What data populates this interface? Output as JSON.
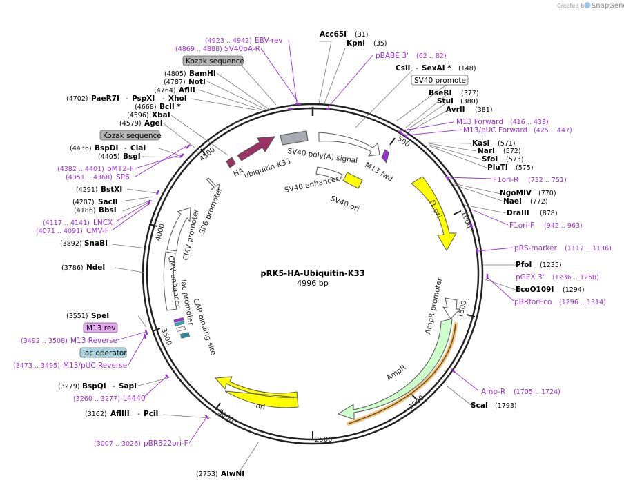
{
  "plasmid": {
    "name": "pRK5-HA-Ubiquitin-K33",
    "size": "4996 bp"
  },
  "credit": {
    "prefix": "Created by",
    "brand": "SnapGene"
  },
  "ticks": [
    "500",
    "1000",
    "1500",
    "2000",
    "2500",
    "3000",
    "3500",
    "4000",
    "4500"
  ],
  "features": {
    "sv40_polya": "SV40 poly(A) signal",
    "m13_fwd": "M13 fwd",
    "sv40_enhancer": "SV40 enhancer",
    "sv40_ori": "SV40 ori",
    "f1_ori": "f1 ori",
    "ampr_promoter": "AmpR promoter",
    "ampr": "AmpR",
    "ori": "ori",
    "cap_binding_site": "CAP binding site",
    "lac_promoter": "lac promoter",
    "cmv_enhancer": "CMV enhancer",
    "cmv_promoter": "CMV promoter",
    "sp6_promoter": "SP6 promoter",
    "ha": "HA",
    "ubiquitin": "ubiquitin-K33"
  },
  "sites": {
    "acc65i": {
      "name": "Acc65I",
      "pos": "(31)"
    },
    "kpni": {
      "name": "KpnI",
      "pos": "(35)"
    },
    "pbabe3": {
      "name": "pBABE 3'",
      "pos": "(62 .. 82)"
    },
    "csii": {
      "name": "CsiI",
      "name2": "SexAI *",
      "pos": "(148)"
    },
    "sv40_promoter_box": "SV40 promoter",
    "bseri": {
      "name": "BseRI",
      "pos": "(377)"
    },
    "stui": {
      "name": "StuI",
      "pos": "(380)"
    },
    "avrii": {
      "name": "AvrII",
      "pos": "(381)"
    },
    "m13fwd": {
      "name": "M13 Forward",
      "pos": "(416 .. 433)"
    },
    "m13puc_fwd": {
      "name": "M13/pUC Forward",
      "pos": "(425 .. 447)"
    },
    "kasi": {
      "name": "KasI",
      "pos": "(571)"
    },
    "nari": {
      "name": "NarI",
      "pos": "(572)"
    },
    "sfoi": {
      "name": "SfoI",
      "pos": "(573)"
    },
    "pluti": {
      "name": "PluTI",
      "pos": "(575)"
    },
    "f1orir": {
      "name": "F1ori-R",
      "pos": "(732 .. 751)"
    },
    "ngomiv": {
      "name": "NgoMIV",
      "pos": "(770)"
    },
    "naei": {
      "name": "NaeI",
      "pos": "(772)"
    },
    "draiii": {
      "name": "DraIII",
      "pos": "(878)"
    },
    "f1orif": {
      "name": "F1ori-F",
      "pos": "(942 .. 963)"
    },
    "prsmarker": {
      "name": "pRS-marker",
      "pos": "(1117 .. 1136)"
    },
    "pfoi": {
      "name": "PfoI",
      "pos": "(1235)"
    },
    "pgex3": {
      "name": "pGEX 3'",
      "pos": "(1236 .. 1258)"
    },
    "ecoo109i": {
      "name": "EcoO109I",
      "pos": "(1294)"
    },
    "pbrforeco": {
      "name": "pBRforEco",
      "pos": "(1296 .. 1314)"
    },
    "ampr_p": {
      "name": "Amp-R",
      "pos": "(1705 .. 1724)"
    },
    "scai": {
      "name": "ScaI",
      "pos": "(1793)"
    },
    "alwni": {
      "name": "AlwNI",
      "pos": "(2753)"
    },
    "pbr322": {
      "name": "pBR322ori-F",
      "pos": "(3007 .. 3026)"
    },
    "afliii": {
      "name": "AflIII",
      "name2": "PciI",
      "pos": "(3162)"
    },
    "l4440": {
      "name": "L4440",
      "pos": "(3260 .. 3277)"
    },
    "bspqi": {
      "name": "BspQI",
      "name2": "SapI",
      "pos": "(3279)"
    },
    "m13puc_rev": {
      "name": "M13/pUC Reverse",
      "pos": "(3473 .. 3495)"
    },
    "lac_operator_box": "lac operator",
    "m13reverse": {
      "name": "M13 Reverse",
      "pos": "(3492 .. 3508)"
    },
    "m13rev_box": "M13 rev",
    "spei": {
      "name": "SpeI",
      "pos": "(3551)"
    },
    "ndei": {
      "name": "NdeI",
      "pos": "(3786)"
    },
    "snabi": {
      "name": "SnaBI",
      "pos": "(3892)"
    },
    "cmvf": {
      "name": "CMV-F",
      "pos": "(4071 .. 4091)"
    },
    "lncx": {
      "name": "LNCX",
      "pos": "(4117 .. 4141)"
    },
    "bbsi": {
      "name": "BbsI",
      "pos": "(4186)"
    },
    "saci": {
      "name": "SacII",
      "pos": "(4207)"
    },
    "bstxi": {
      "name": "BstXI",
      "pos": "(4291)"
    },
    "sp6": {
      "name": "SP6",
      "pos": "(4351 .. 4368)"
    },
    "pmt2f": {
      "name": "pMT2-F",
      "pos": "(4382 .. 4401)"
    },
    "bsgi": {
      "name": "BsgI",
      "pos": "(4405)"
    },
    "bspdi": {
      "name": "BspDI",
      "name2": "ClaI",
      "pos": "(4436)"
    },
    "kozak2_box": "Kozak sequence",
    "agei": {
      "name": "AgeI",
      "pos": "(4579)"
    },
    "xbai": {
      "name": "XbaI",
      "pos": "(4596)"
    },
    "bcli": {
      "name": "BclI *",
      "pos": "(4668)"
    },
    "paer7i": {
      "name": "PaeR7I",
      "name2": "PspXI",
      "name3": "XhoI",
      "pos": "(4702)"
    },
    "aflii": {
      "name": "AflII",
      "pos": "(4764)"
    },
    "noti": {
      "name": "NotI",
      "pos": "(4787)"
    },
    "bamhi": {
      "name": "BamHI",
      "pos": "(4805)"
    },
    "kozak1_box": "Kozak sequence",
    "sv40pa_r": {
      "name": "SV40pA-R",
      "pos": "(4869 .. 4888)"
    },
    "ebv_rev": {
      "name": "EBV-rev",
      "pos": "(4923 .. 4942)"
    }
  },
  "colors": {
    "primer": "#9b2fd6",
    "f1ori": "#ffff00",
    "ampr": "#ccffcc",
    "ori": "#ffff00",
    "ha": "#993366",
    "ubiquitin": "#993366",
    "sv40polya": "#a8abb2",
    "kozak_box": "#b4b4b4",
    "lac_operator_box": "#a8d4e0",
    "m13rev_box": "#e3a8f0"
  }
}
